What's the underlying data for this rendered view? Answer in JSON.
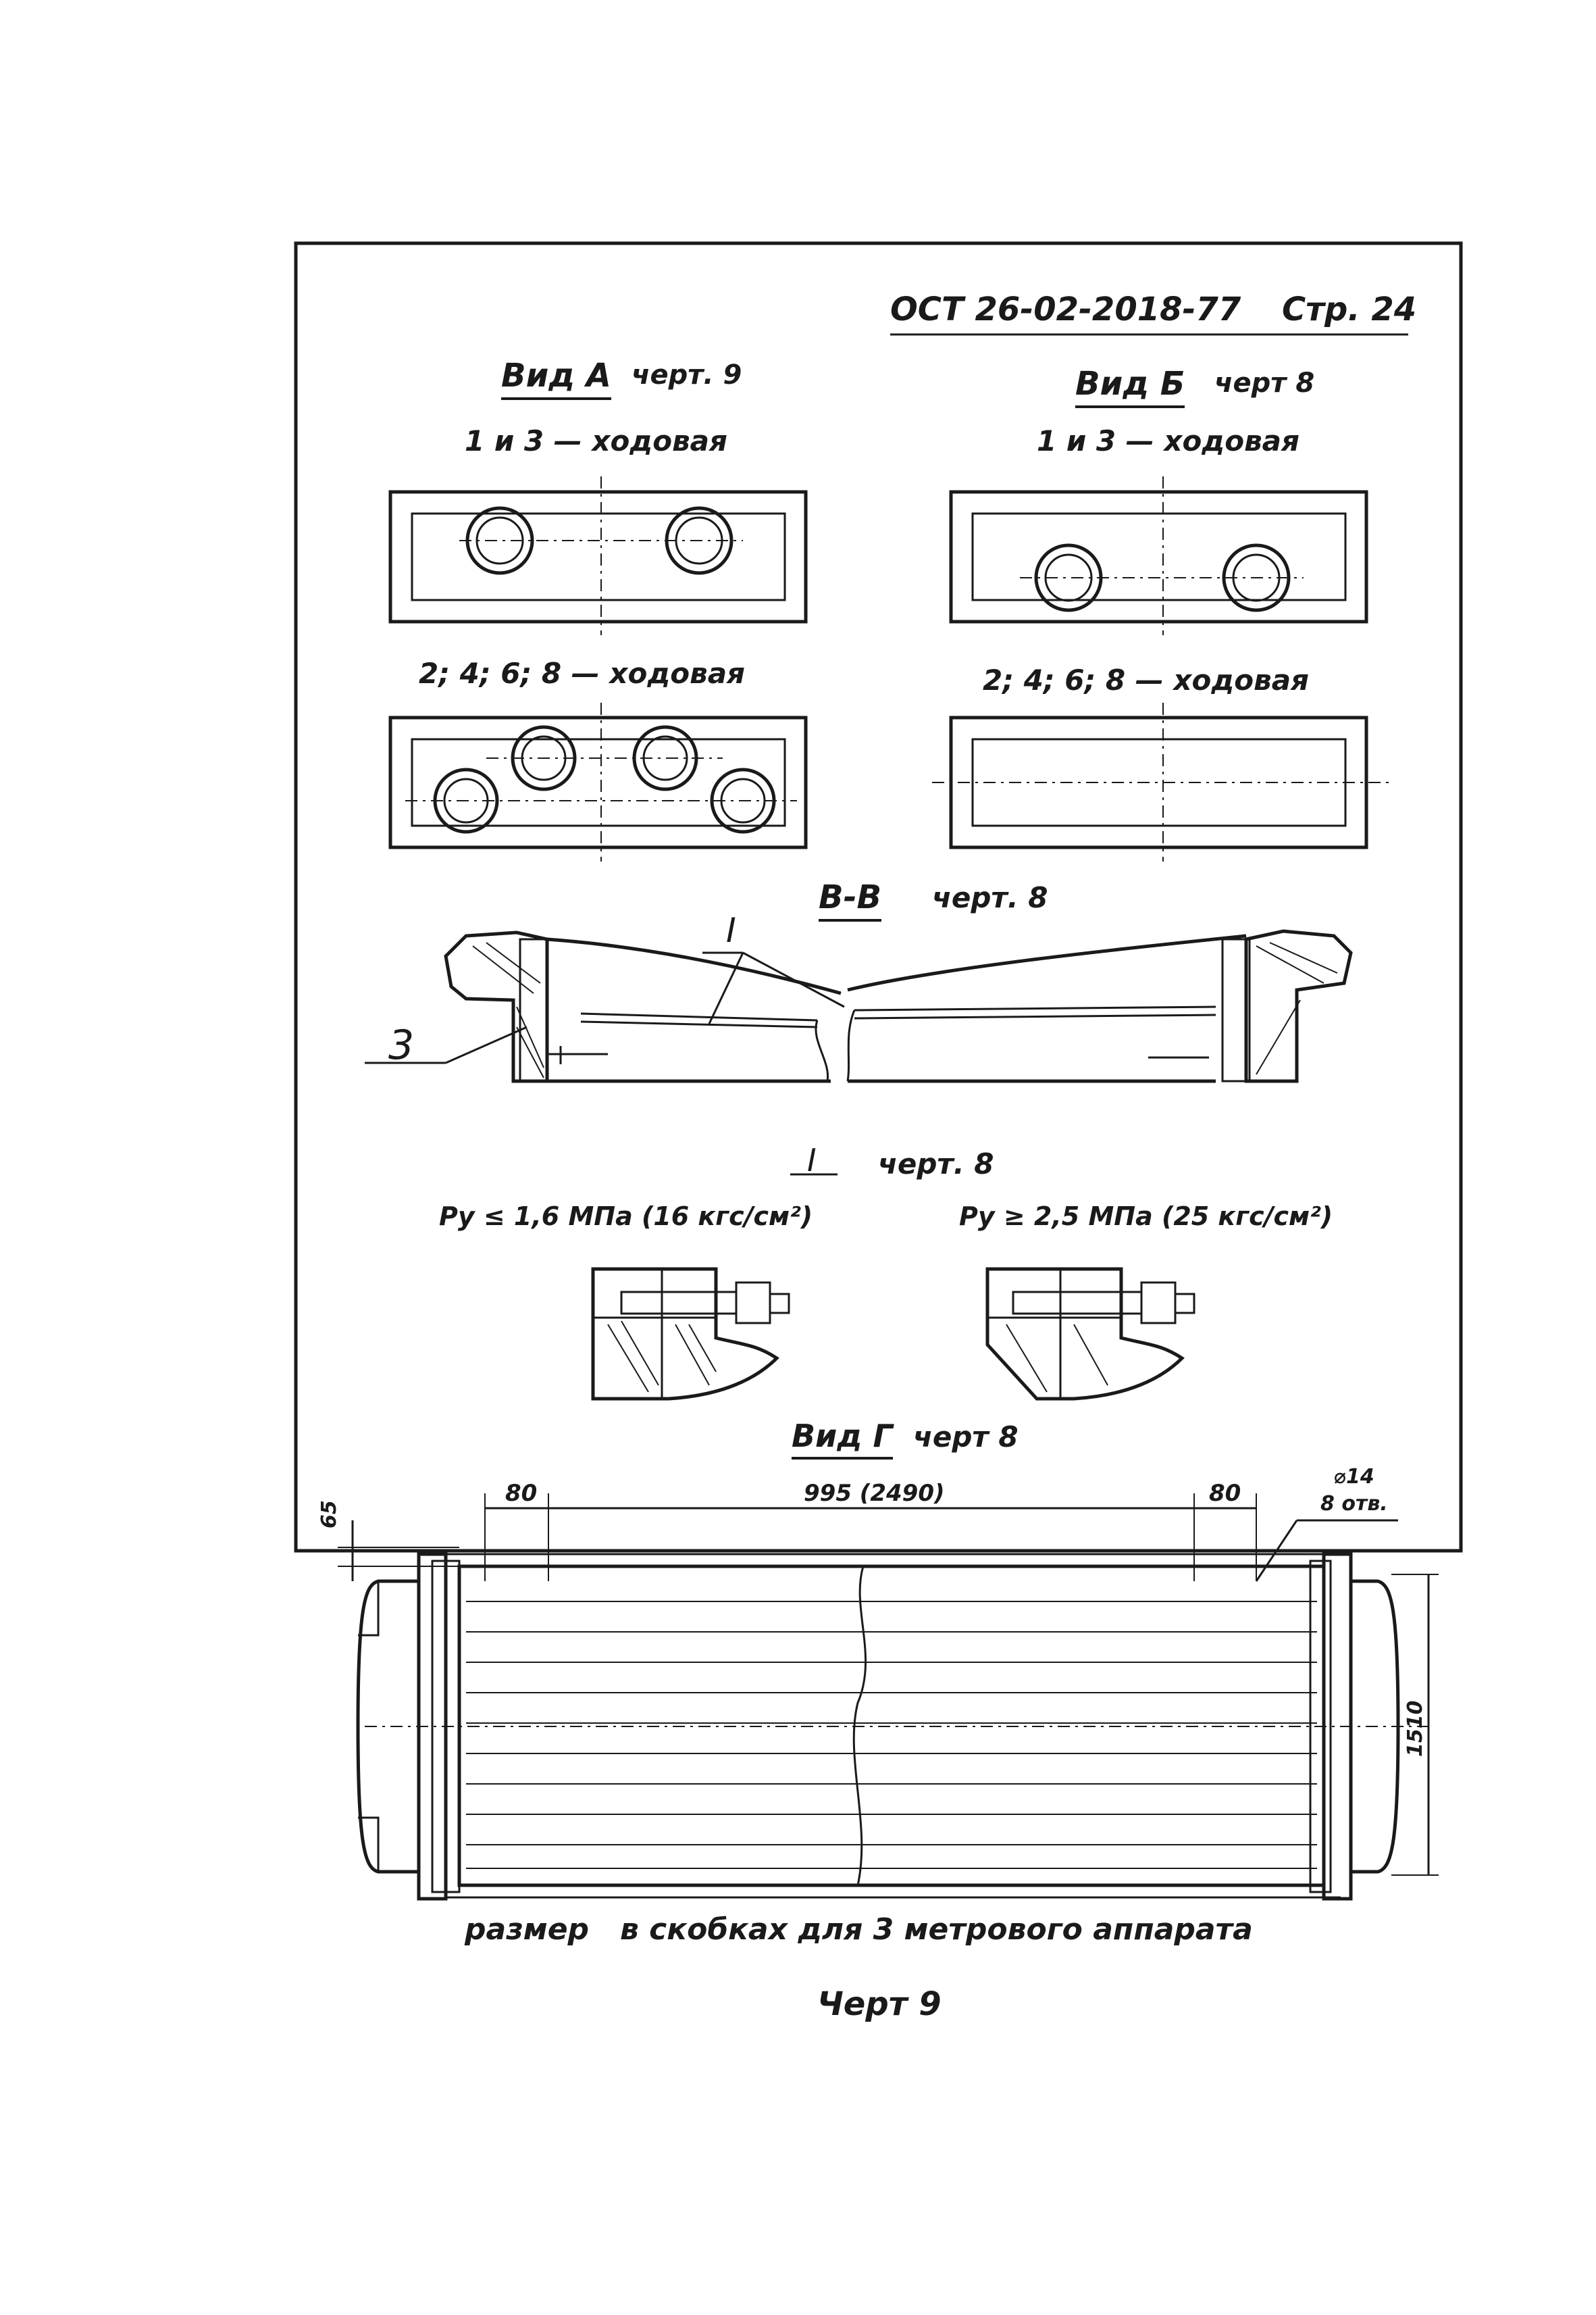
{
  "header": {
    "standard": "ОСТ 26-02-2018-77",
    "page_label": "Стр. 24"
  },
  "view_a": {
    "title": "Вид А",
    "ref": "черт. 9",
    "row1_label": "1 и 3 — ходовая",
    "row2_label": "2; 4; 6; 8 — ходовая"
  },
  "view_b": {
    "title": "Вид Б",
    "ref": "черт 8",
    "row1_label": "1 и 3 — ходовая",
    "row2_label": "2; 4; 6; 8 — ходовая"
  },
  "section_vv": {
    "title": "В-В",
    "ref": "черт. 8",
    "callout_1": "I",
    "callout_3": "3"
  },
  "detail_i": {
    "title": "I",
    "ref": "черт. 8",
    "left_caption": "Pу ≤ 1,6 МПа (16 кгс/см²)",
    "right_caption": "Pу ≥ 2,5 МПа (25 кгс/см²)"
  },
  "view_g": {
    "title": "Вид Г",
    "ref": "черт 8",
    "dim_left": "80",
    "dim_center": "995 (2490)",
    "dim_right": "80",
    "dim_hole": "⌀14",
    "dim_hole_count": "8 отв.",
    "dim_offset": "65",
    "dim_height": "1510"
  },
  "footer": {
    "note": "размер   в скобках для 3 метрового аппарата",
    "drawing_label": "Черт 9"
  }
}
